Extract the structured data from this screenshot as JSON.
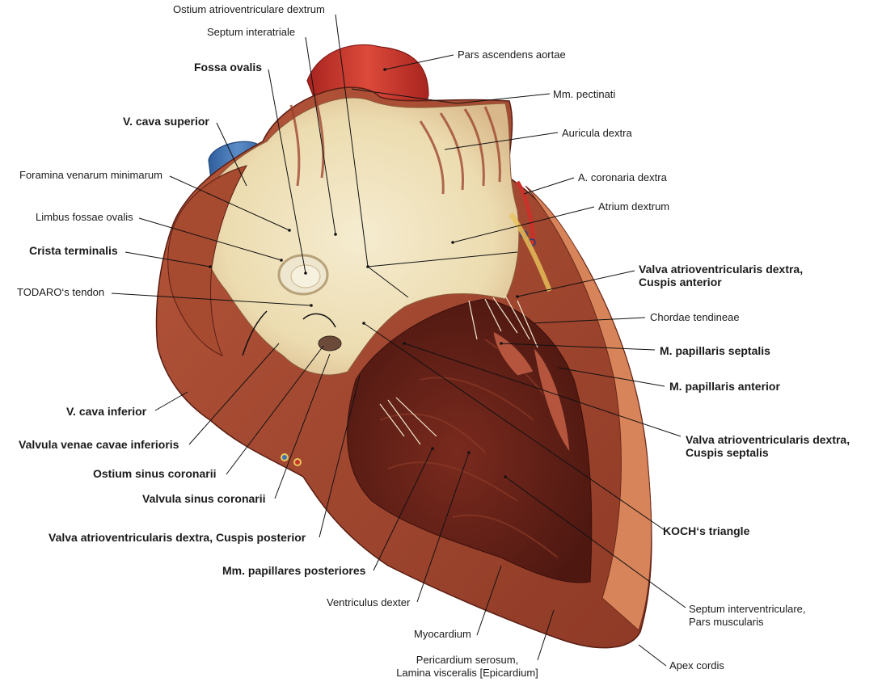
{
  "figure": {
    "labels": {
      "ostium_av_dextrum": "Ostium atrioventriculare dextrum",
      "septum_interatriale": "Septum interatriale",
      "fossa_ovalis": "Fossa ovalis",
      "v_cava_superior": "V. cava superior",
      "foramina_venarum": "Foramina venarum minimarum",
      "limbus_fossae": "Limbus fossae ovalis",
      "crista_terminalis": "Crista terminalis",
      "todaro": "TODARO‘s tendon",
      "v_cava_inferior": "V. cava inferior",
      "valvula_vcava_inf": "Valvula venae cavae inferioris",
      "ostium_sinus_cor": "Ostium sinus coronarii",
      "valvula_sinus_cor": "Valvula sinus coronarii",
      "valva_cuspis_posterior": "Valva atrioventricularis dextra, Cuspis posterior",
      "mm_papillares_post": "Mm. papillares posteriores",
      "ventriculus_dexter": "Ventriculus dexter",
      "myocardium": "Myocardium",
      "pericardium_line1": "Pericardium serosum,",
      "pericardium_line2": "Lamina visceralis [Epicardium]",
      "apex_cordis": "Apex cordis",
      "septum_iv_line1": "Septum interventriculare,",
      "septum_iv_line2": "Pars muscularis",
      "koch": "KOCH‘s triangle",
      "cuspis_septalis_line1": "Valva atrioventricularis dextra,",
      "cuspis_septalis_line2": "Cuspis septalis",
      "m_pap_anterior": "M. papillaris anterior",
      "m_pap_septalis": "M. papillaris septalis",
      "chordae": "Chordae tendineae",
      "cuspis_anterior_line1": "Valva atrioventricularis dextra,",
      "cuspis_anterior_line2": "Cuspis anterior",
      "atrium_dextrum": "Atrium dextrum",
      "a_coronaria": "A. coronaria dextra",
      "auricula_dextra": "Auricula dextra",
      "mm_pectinati": "Mm. pectinati",
      "pars_ascendens": "Pars ascendens aortae"
    },
    "colors": {
      "myocardium": "#9a3b2a",
      "myocardium_dark": "#5e1f16",
      "epicardium": "#c8643f",
      "endocardium": "#efe2bd",
      "aorta": "#c8322a",
      "vena_cava": "#3d73b3",
      "fat": "#e8c65a",
      "leader": "#111111"
    }
  }
}
